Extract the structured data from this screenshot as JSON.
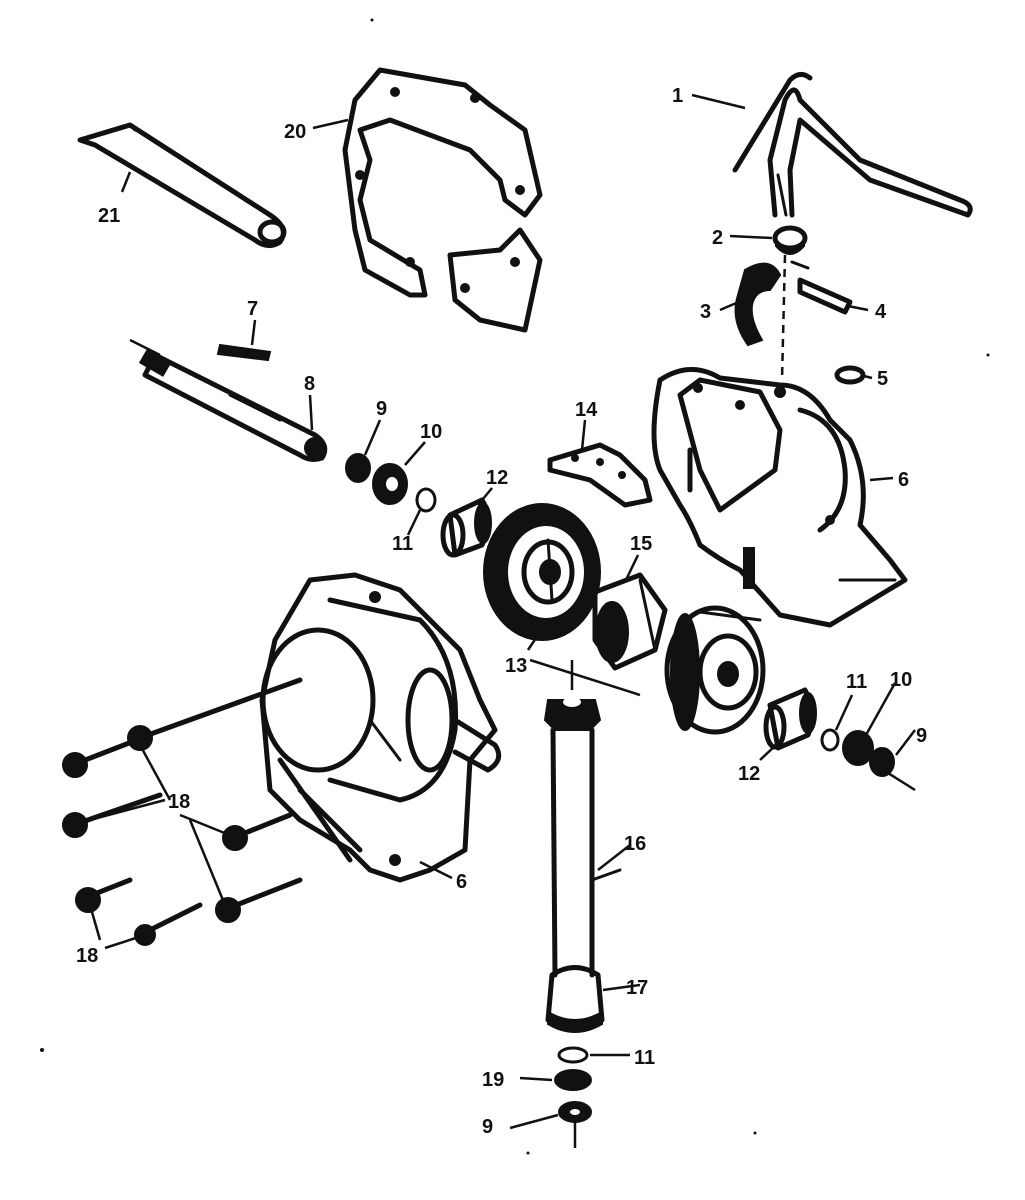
{
  "callouts": {
    "c1": "1",
    "c2": "2",
    "c3": "3",
    "c4": "4",
    "c5": "5",
    "c6a": "6",
    "c6b": "6",
    "c7": "7",
    "c8": "8",
    "c9a": "9",
    "c9b": "9",
    "c9c": "9",
    "c10a": "10",
    "c10b": "10",
    "c11a": "11",
    "c11b": "11",
    "c11c": "11",
    "c12a": "12",
    "c12b": "12",
    "c13": "13",
    "c14": "14",
    "c15": "15",
    "c16": "16",
    "c17": "17",
    "c18a": "18",
    "c18b": "18",
    "c19": "19",
    "c20": "20",
    "c21": "21"
  },
  "colors": {
    "ink": "#111111",
    "paper": "#ffffff"
  }
}
